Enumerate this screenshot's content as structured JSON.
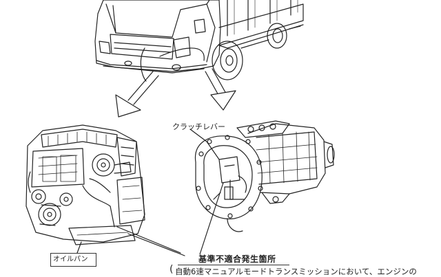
{
  "labels": {
    "clutch_lever": "クラッチレバー",
    "oil_pan": "オイルパン",
    "defect_location": "基準不適合発生箇所",
    "description": "自動6速マニュアルモードトランスミッションにおいて、エンジンの"
  },
  "colors": {
    "line": "#222222",
    "background": "#ffffff"
  }
}
